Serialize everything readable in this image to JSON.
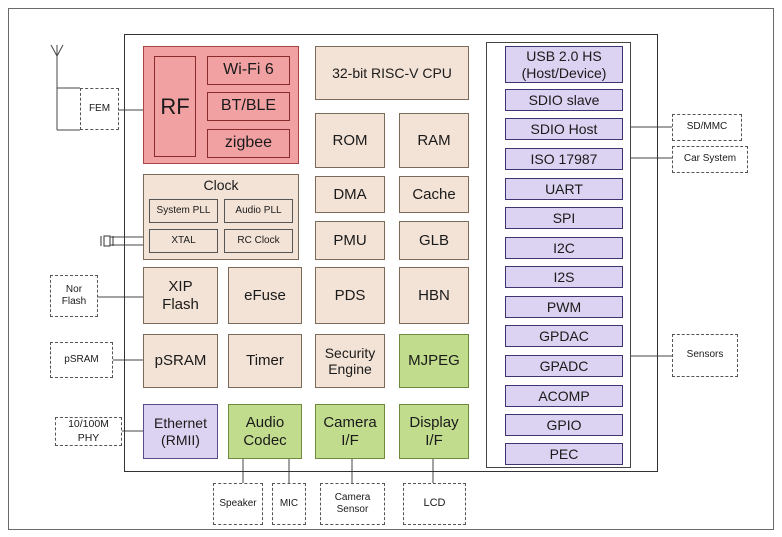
{
  "chip": {
    "rf": {
      "label": "RF",
      "wifi": "Wi-Fi 6",
      "bt": "BT/BLE",
      "zigbee": "zigbee"
    },
    "cpu": "32-bit RISC-V CPU",
    "rom": "ROM",
    "ram": "RAM",
    "dma": "DMA",
    "cache": "Cache",
    "pmu": "PMU",
    "glb": "GLB",
    "clock": {
      "title": "Clock",
      "system_pll": "System PLL",
      "audio_pll": "Audio PLL",
      "xtal": "XTAL",
      "rc_clock": "RC Clock"
    },
    "xip_flash": "XIP\nFlash",
    "efuse": "eFuse",
    "pds": "PDS",
    "hbn": "HBN",
    "psram": "pSRAM",
    "timer": "Timer",
    "security_engine": "Security\nEngine",
    "mjpeg": "MJPEG",
    "ethernet": "Ethernet\n(RMII)",
    "audio_codec": "Audio\nCodec",
    "camera_if": "Camera\nI/F",
    "display_if": "Display\nI/F"
  },
  "peripherals": [
    "USB 2.0 HS\n(Host/Device)",
    "SDIO slave",
    "SDIO Host",
    "ISO 17987",
    "UART",
    "SPI",
    "I2C",
    "I2S",
    "PWM",
    "GPDAC",
    "GPADC",
    "ACOMP",
    "GPIO",
    "PEC"
  ],
  "external": {
    "fem": "FEM",
    "nor_flash": "Nor\nFlash",
    "psram": "pSRAM",
    "phy": "10/100M\nPHY",
    "sd_mmc": "SD/MMC",
    "car_system": "Car System",
    "sensors": "Sensors",
    "speaker": "Speaker",
    "mic": "MIC",
    "camera_sensor": "Camera\nSensor",
    "lcd": "LCD"
  },
  "colors": {
    "rf": "#f2a1a3",
    "core": "#f3e3d6",
    "media": "#c1dc8d",
    "interface": "#dcd2f1"
  }
}
